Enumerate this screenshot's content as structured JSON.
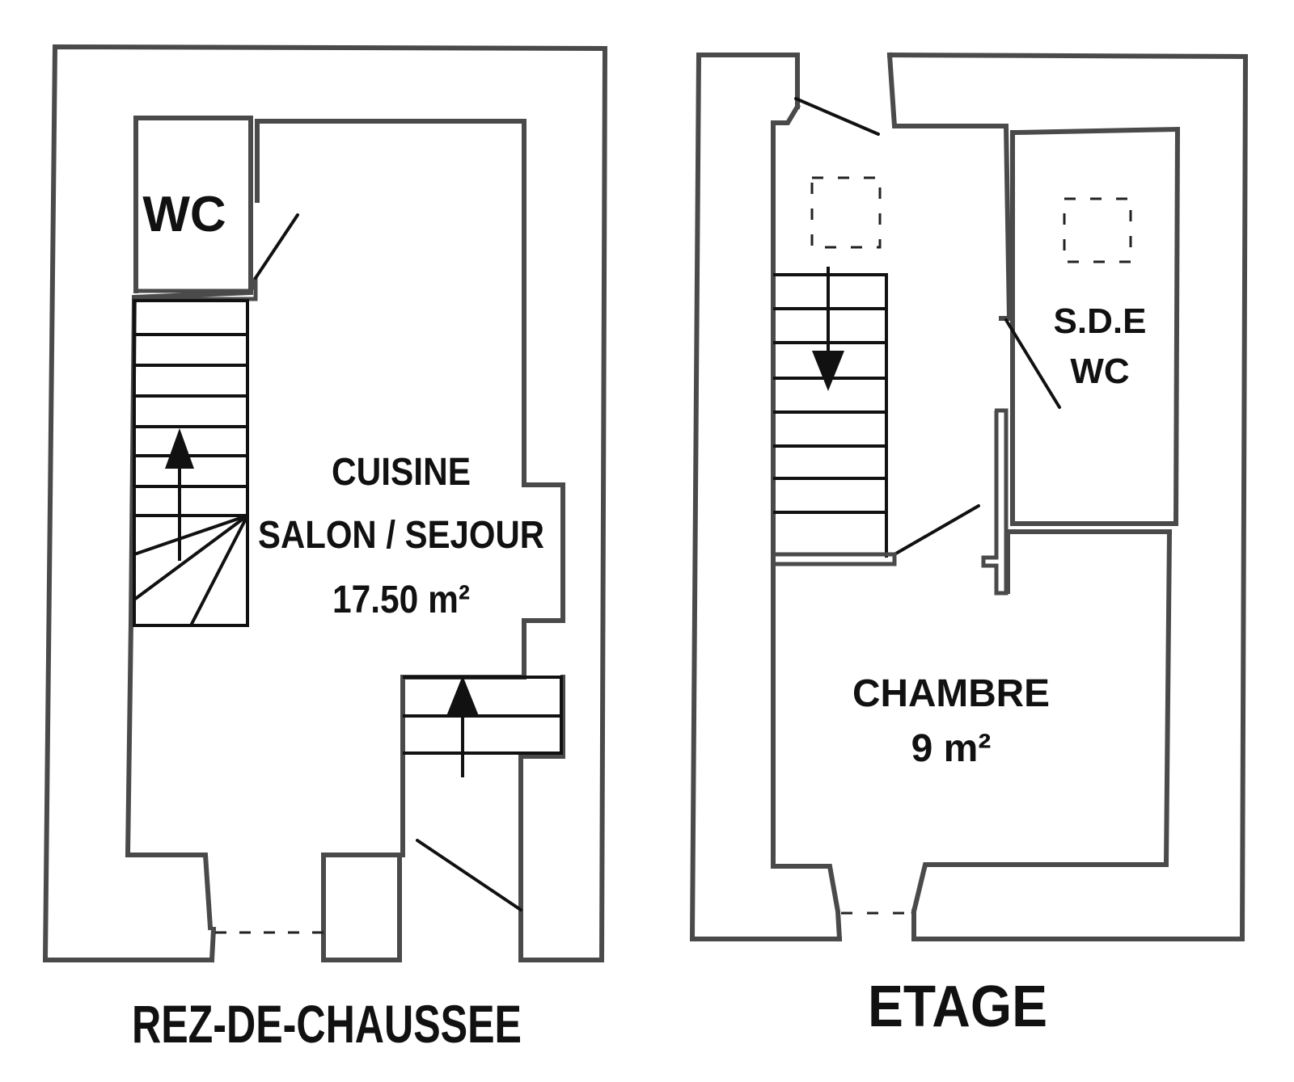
{
  "ground_floor": {
    "title": "REZ-DE-CHAUSSEE",
    "rooms": {
      "wc": "WC",
      "main_line1": "CUISINE",
      "main_line2": "SALON / SEJOUR",
      "main_area": "17.50 m²"
    }
  },
  "upper_floor": {
    "title": "ETAGE",
    "rooms": {
      "bath_line1": "S.D.E",
      "bath_line2": "WC",
      "bedroom_name": "CHAMBRE",
      "bedroom_area": "9 m²"
    }
  }
}
